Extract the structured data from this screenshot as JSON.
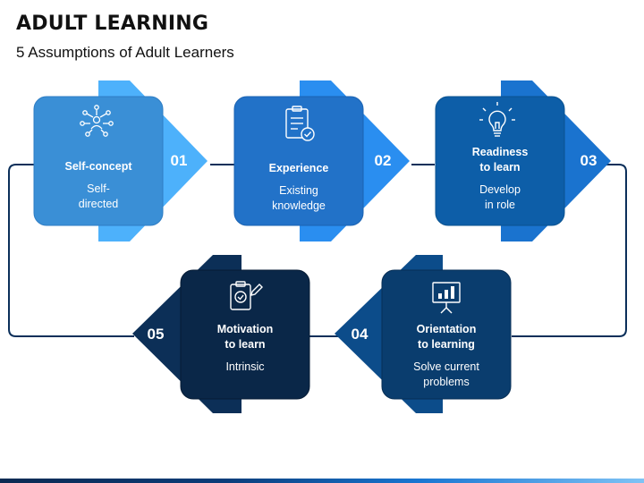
{
  "header": {
    "title": "ADULT LEARNING",
    "subtitle": "5 Assumptions of Adult Learners"
  },
  "steps": [
    {
      "number": "01",
      "title_lines": [
        "Self-concept"
      ],
      "desc_lines": [
        "Self-",
        "directed"
      ],
      "icon": "network-person-icon",
      "color": "#3a8fd6",
      "accent": "#4db1fb"
    },
    {
      "number": "02",
      "title_lines": [
        "Experience"
      ],
      "desc_lines": [
        "Existing",
        "knowledge"
      ],
      "icon": "clipboard-check-icon",
      "color": "#2272c8",
      "accent": "#2a8ef0"
    },
    {
      "number": "03",
      "title_lines": [
        "Readiness",
        "to learn"
      ],
      "desc_lines": [
        "Develop",
        "in role"
      ],
      "icon": "lightbulb-icon",
      "color": "#0d5ea8",
      "accent": "#1a73cf"
    },
    {
      "number": "04",
      "title_lines": [
        "Orientation",
        "to learning"
      ],
      "desc_lines": [
        "Solve current",
        "problems"
      ],
      "icon": "presentation-chart-icon",
      "color": "#0a3d6e",
      "accent": "#0c4c8a"
    },
    {
      "number": "05",
      "title_lines": [
        "Motivation",
        "to learn"
      ],
      "desc_lines": [
        "Intrinsic"
      ],
      "icon": "clipboard-pen-icon",
      "color": "#0a2748",
      "accent": "#0c2f57"
    }
  ],
  "colors": {
    "connector": "#0b2f5a",
    "text": "#ffffff"
  }
}
